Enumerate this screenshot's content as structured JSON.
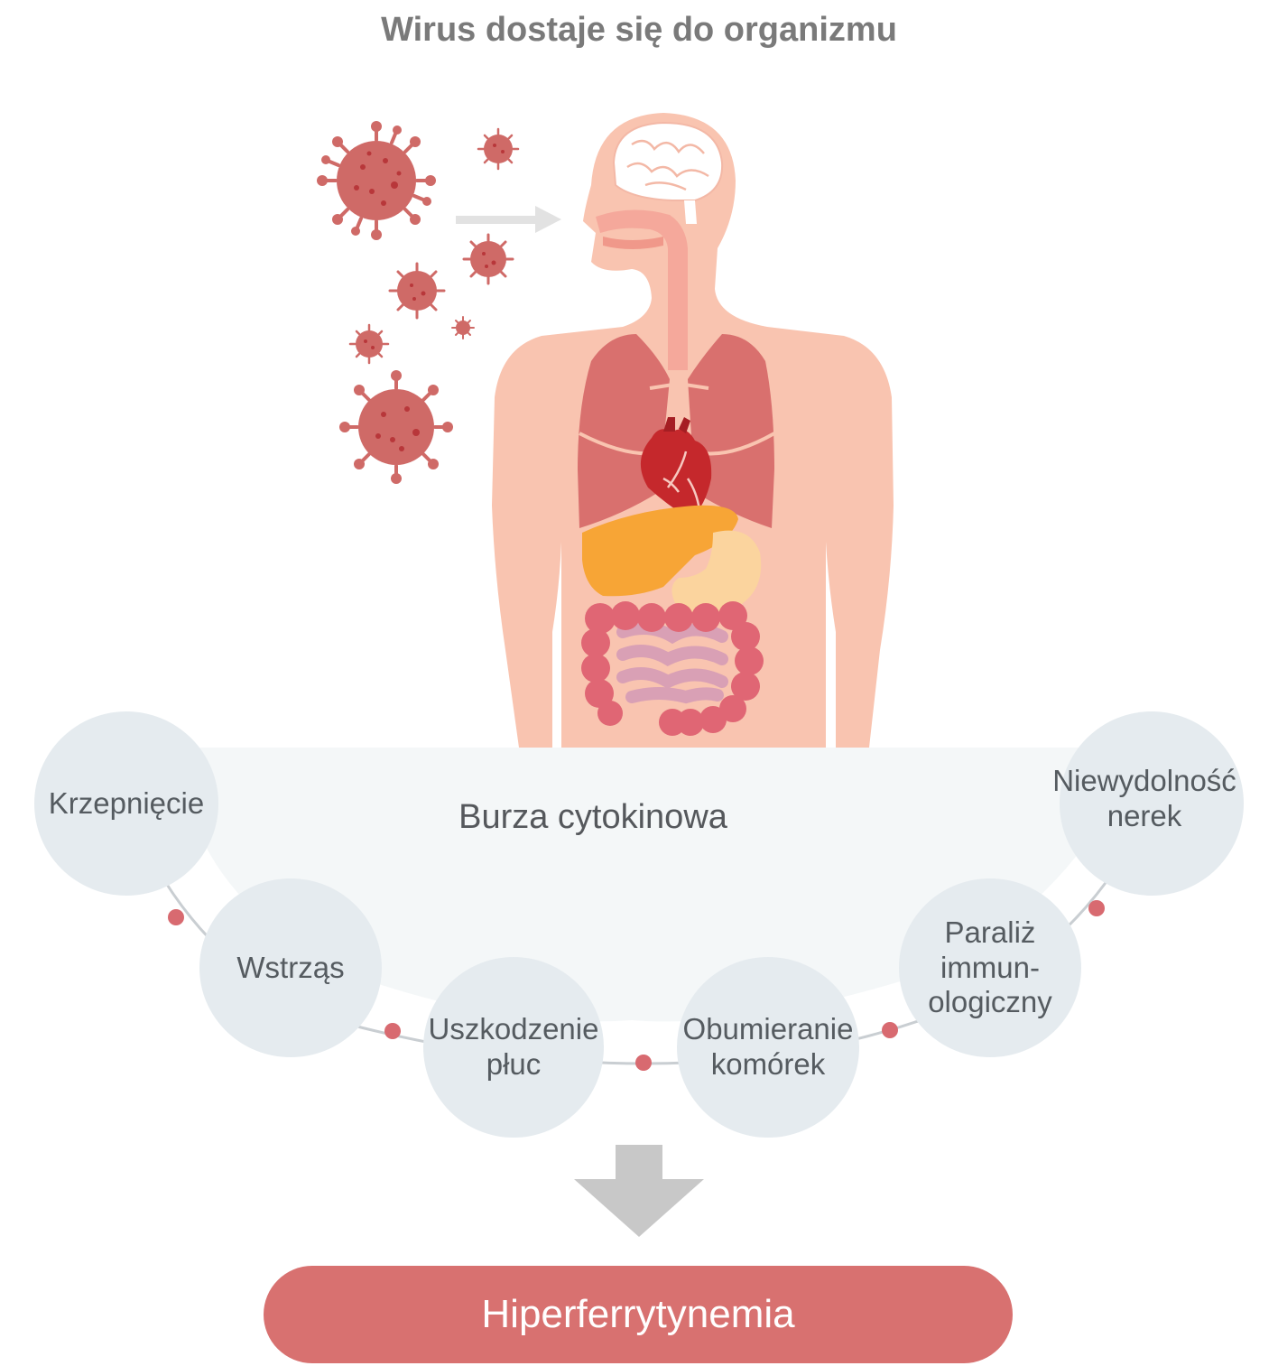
{
  "title": "Wirus dostaje się do organizmu",
  "banner_label": "Burza cytokinowa",
  "nodes": [
    {
      "id": "krzepniecie",
      "label": "Krzepnięcie"
    },
    {
      "id": "wstrzas",
      "label": "Wstrząs"
    },
    {
      "id": "uszkodzenie",
      "label": "Uszkodzenie\npłuc"
    },
    {
      "id": "obumieranie",
      "label": "Obumieranie\nkomórek"
    },
    {
      "id": "paraliz",
      "label": "Paraliż\nimmun-\nologiczny"
    },
    {
      "id": "niewydolnosc",
      "label": "Niewydolność\nnerek"
    }
  ],
  "result_label": "Hiperferrytynemia",
  "colors": {
    "virus": "#cf6a67",
    "virus_dot": "#b8373a",
    "skin": "#f9c4b0",
    "lungs": "#d9706e",
    "heart": "#c5282c",
    "liver": "#f7a536",
    "stomach": "#fbd49e",
    "colon": "#e06674",
    "small_intestine": "#d9a0b5",
    "node_fill": "#e5ebef",
    "dot": "#d86a70",
    "result": "#d87170",
    "arrow": "#c8c8c8"
  },
  "icons": [
    "virus-icon",
    "human-body-icon",
    "brain-icon",
    "heart-icon",
    "arrow-right-icon",
    "arrow-down-icon"
  ]
}
